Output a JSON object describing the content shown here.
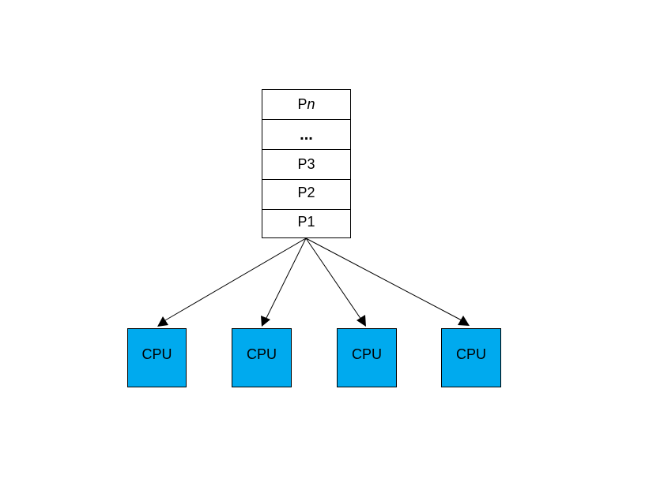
{
  "queue": {
    "cells": [
      {
        "prefix": "P",
        "suffix": "n",
        "suffix_italic": true
      },
      {
        "prefix": "...",
        "suffix": "",
        "ellipsis": true
      },
      {
        "prefix": "P3",
        "suffix": ""
      },
      {
        "prefix": "P2",
        "suffix": ""
      },
      {
        "prefix": "P1",
        "suffix": ""
      }
    ]
  },
  "cpus": [
    {
      "label": "CPU"
    },
    {
      "label": "CPU"
    },
    {
      "label": "CPU"
    },
    {
      "label": "CPU"
    }
  ],
  "colors": {
    "cpu_fill": "#00aaee",
    "line": "#000000",
    "queue_fill": "#ffffff"
  }
}
